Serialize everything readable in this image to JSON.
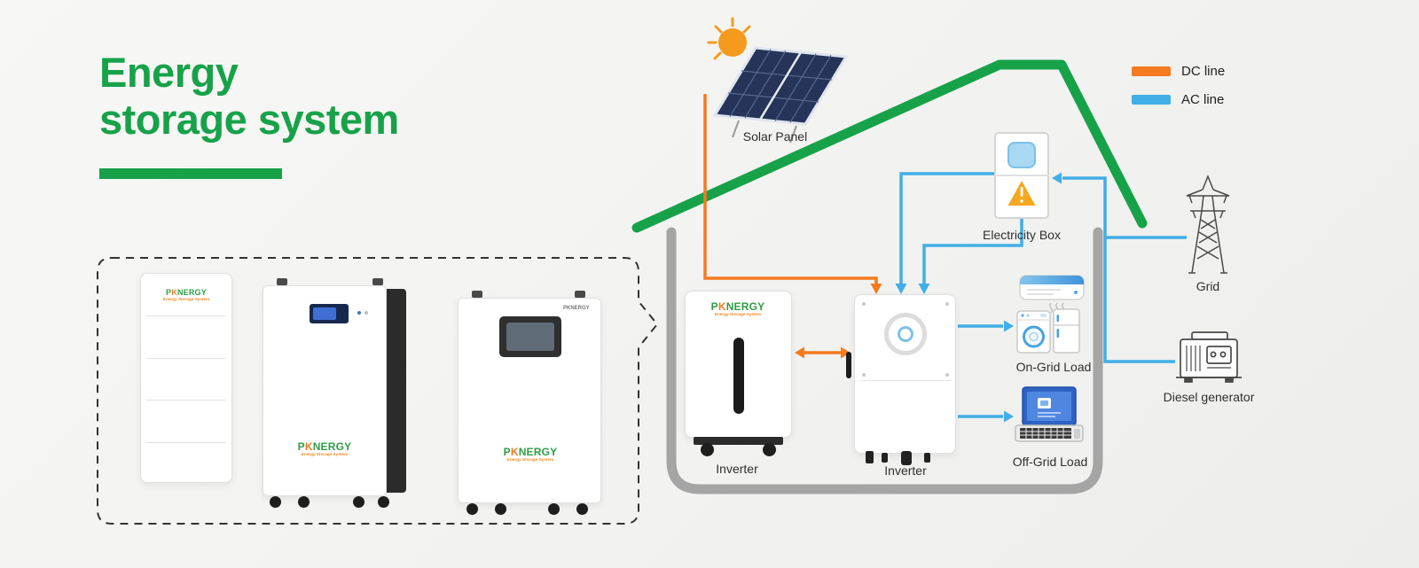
{
  "colors": {
    "brand_green": "#17a24a",
    "dc_orange": "#f47b20",
    "ac_blue": "#41aee6",
    "house_wall_gray": "#a5a5a5"
  },
  "title": {
    "line1": "Energy",
    "line2": "storage system"
  },
  "legend": {
    "dc": "DC line",
    "ac": "AC line"
  },
  "brand": {
    "p": "P",
    "k": "K",
    "rest": "NERGY",
    "name": "PKNERGY",
    "tagline": "Energy Storage System"
  },
  "labels": {
    "solar_panel": "Solar Panel",
    "electricity_box": "Electricity Box",
    "grid": "Grid",
    "diesel_generator": "Diesel generator",
    "battery_inverter": "Inverter",
    "hybrid_inverter": "Inverter",
    "on_grid_load": "On-Grid Load",
    "off_grid_load": "Off-Grid Load"
  }
}
